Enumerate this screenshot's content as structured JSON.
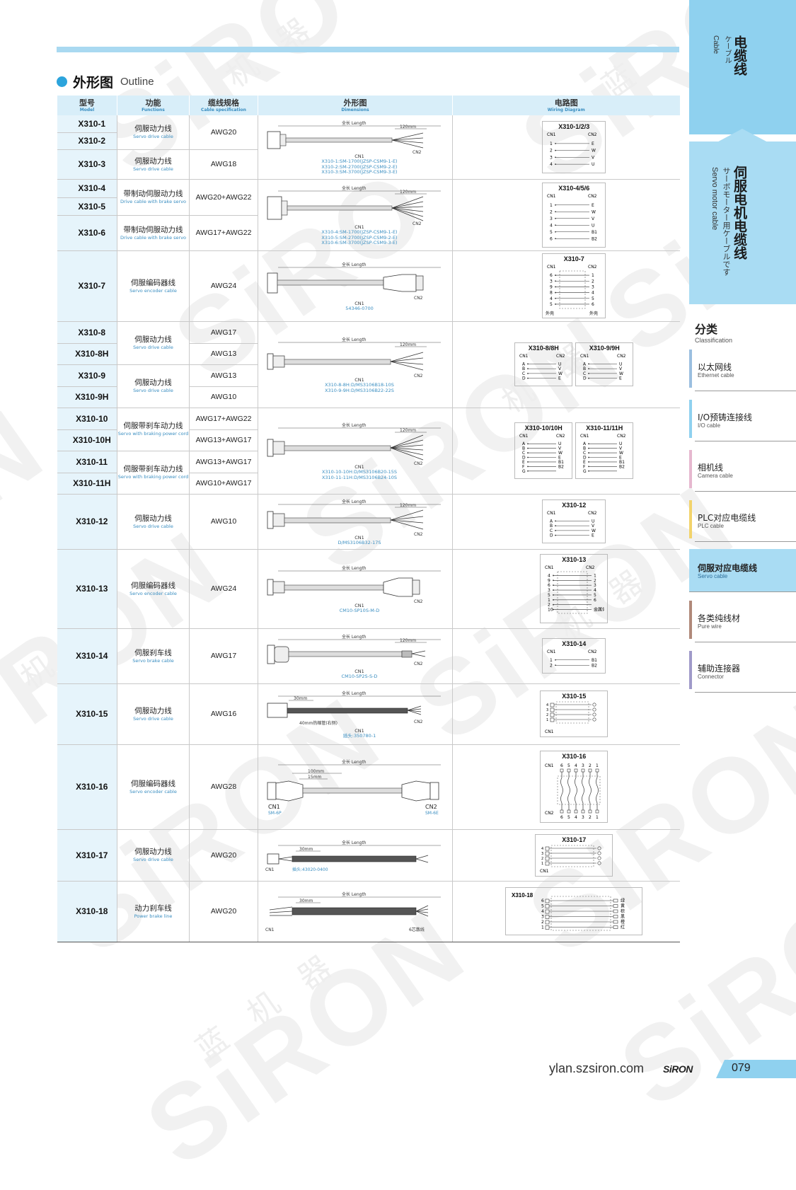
{
  "section": {
    "title_cn": "外形图",
    "title_en": "Outline"
  },
  "headers": [
    {
      "cn": "型号",
      "en": "Model"
    },
    {
      "cn": "功能",
      "en": "Functions"
    },
    {
      "cn": "缆线规格",
      "en": "Cable specification"
    },
    {
      "cn": "外形图",
      "en": "Dimensions"
    },
    {
      "cn": "电路图",
      "en": "Wiring Diagram"
    }
  ],
  "dim_labels": {
    "length": "全长 Length",
    "mm120": "120mm",
    "cn1": "CN1",
    "cn2": "CN2"
  },
  "groups": [
    {
      "rows": [
        {
          "model": "X310-1",
          "fn": 0,
          "awg": 0
        },
        {
          "model": "X310-2"
        },
        {
          "model": "X310-3",
          "fn": 1,
          "awg": 1
        }
      ],
      "functions": [
        {
          "cn": "伺服动力线",
          "en": "Servo drive cable"
        },
        {
          "cn": "伺服动力线",
          "en": "Servo drive cable"
        }
      ],
      "awg": [
        "AWG20",
        "AWG18"
      ],
      "dim_notes": [
        "X310-1:SM-1700(JZSP-CSM9-1-E)",
        "X310-2:SM-2700(JZSP-CSM9-2-E)",
        "X310-3:SM-3700(JZSP-CSM9-3-E)"
      ],
      "wiring": {
        "title": "X310-1/2/3",
        "left": "CN1",
        "right": "CN2",
        "pins": [
          "1",
          "2",
          "3",
          "4"
        ],
        "outs": [
          "E",
          "W",
          "V",
          "U"
        ]
      }
    },
    {
      "rows": [
        {
          "model": "X310-4"
        },
        {
          "model": "X310-5"
        },
        {
          "model": "X310-6"
        }
      ],
      "functions": [
        {
          "cn": "带制动伺服动力线",
          "en": "Drive cable with brake servo"
        },
        {
          "cn": "带制动伺服动力线",
          "en": "Drive cable with brake servo"
        }
      ],
      "awg": [
        "AWG20+AWG22",
        "AWG17+AWG22"
      ],
      "dim_notes": [
        "X310-4:SM-1700(JZSP-CSM9-1-E)",
        "X310-5:SM-2700(JZSP-CSM9-2-E)",
        "X310-6:SM-3700(JZSP-CSM9-3-E)"
      ],
      "wiring": {
        "title": "X310-4/5/6",
        "left": "CN1",
        "right": "CN2",
        "pins": [
          "1",
          "2",
          "3",
          "4",
          "5",
          "6"
        ],
        "outs": [
          "E",
          "W",
          "V",
          "U",
          "B1",
          "B2"
        ]
      }
    },
    {
      "model": "X310-7",
      "function": {
        "cn": "伺服编码器线",
        "en": "Servo encoder cable"
      },
      "awg": "AWG24",
      "dim_notes": [
        "54346-0700"
      ],
      "wiring": {
        "title": "X310-7",
        "left": "CN1",
        "right": "CN2",
        "pins": [
          "6",
          "3",
          "9",
          "8",
          "4",
          "5"
        ],
        "outs": [
          "1",
          "2",
          "3",
          "4",
          "5",
          "6"
        ],
        "shell_left": "外壳",
        "shell_right": "外壳"
      }
    },
    {
      "rows": [
        {
          "model": "X310-8",
          "awg": "AWG17"
        },
        {
          "model": "X310-8H",
          "awg": "AWG13"
        },
        {
          "model": "X310-9",
          "awg": "AWG13"
        },
        {
          "model": "X310-9H",
          "awg": "AWG10"
        }
      ],
      "functions": [
        {
          "cn": "伺服动力线",
          "en": "Servo drive cable"
        },
        {
          "cn": "伺服动力线",
          "en": "Servo drive cable"
        }
      ],
      "dim_notes": [
        "X310-8-8H:D/MS3106B18-10S",
        "X310-9-9H:D/MS3106B22-22S"
      ],
      "wiring": [
        {
          "title": "X310-8/8H",
          "left": "CN1",
          "right": "CN2",
          "pins": [
            "A",
            "B",
            "C",
            "D"
          ],
          "outs": [
            "U",
            "V",
            "W",
            "E"
          ]
        },
        {
          "title": "X310-9/9H",
          "left": "CN1",
          "right": "CN2",
          "pins": [
            "A",
            "B",
            "C",
            "D"
          ],
          "outs": [
            "U",
            "V",
            "W",
            "E"
          ]
        }
      ]
    },
    {
      "rows": [
        {
          "model": "X310-10",
          "awg": "AWG17+AWG22"
        },
        {
          "model": "X310-10H",
          "awg": "AWG13+AWG17"
        },
        {
          "model": "X310-11",
          "awg": "AWG13+AWG17"
        },
        {
          "model": "X310-11H",
          "awg": "AWG10+AWG17"
        }
      ],
      "functions": [
        {
          "cn": "伺服带刹车动力线",
          "en": "Servo with braking power cord"
        },
        {
          "cn": "伺服带刹车动力线",
          "en": "Servo with braking power cord"
        }
      ],
      "dim_notes": [
        "X310-10-10H:D/MS3106B20-15S",
        "X310-11-11H:D/MS3106B24-10S"
      ],
      "wiring": [
        {
          "title": "X310-10/10H",
          "left": "CN1",
          "right": "CN2",
          "pins": [
            "A",
            "B",
            "C",
            "D",
            "E",
            "F",
            "G"
          ],
          "outs": [
            "U",
            "V",
            "W",
            "E",
            "B1",
            "B2",
            ""
          ]
        },
        {
          "title": "X310-11/11H",
          "left": "CN1",
          "right": "CN2",
          "pins": [
            "A",
            "B",
            "C",
            "D",
            "E",
            "F",
            "G"
          ],
          "outs": [
            "U",
            "V",
            "W",
            "E",
            "B1",
            "B2",
            ""
          ]
        }
      ]
    },
    {
      "model": "X310-12",
      "function": {
        "cn": "伺服动力线",
        "en": "Servo drive cable"
      },
      "awg": "AWG10",
      "dim_notes": [
        "D/MS3106B32-17S"
      ],
      "wiring": {
        "title": "X310-12",
        "left": "CN1",
        "right": "CN2",
        "pins": [
          "A",
          "B",
          "C",
          "D"
        ],
        "outs": [
          "U",
          "V",
          "W",
          "E"
        ]
      }
    },
    {
      "model": "X310-13",
      "function": {
        "cn": "伺服编码器线",
        "en": "Servo encoder cable"
      },
      "awg": "AWG24",
      "dim_notes": [
        "CM10-SP10S-M-D"
      ],
      "wiring": {
        "title": "X310-13",
        "left": "CN1",
        "right": "CN2",
        "pins": [
          "4",
          "9",
          "6",
          "3",
          "5",
          "1",
          "2",
          "10"
        ],
        "outs": [
          "1",
          "2",
          "3",
          "4",
          "5",
          "6",
          "",
          "金属体"
        ]
      }
    },
    {
      "model": "X310-14",
      "function": {
        "cn": "伺服刹车线",
        "en": "Servo brake cable"
      },
      "awg": "AWG17",
      "dim_notes": [
        "CM10-SP2S-S-D"
      ],
      "wiring": {
        "title": "X310-14",
        "left": "CN1",
        "right": "CN2",
        "pins": [
          "1",
          "2"
        ],
        "outs": [
          "B1",
          "B2"
        ]
      }
    },
    {
      "model": "X310-15",
      "function": {
        "cn": "伺服动力线",
        "en": "Servo drive cable"
      },
      "awg": "AWG16",
      "dim_notes": [
        "插头:350780-1"
      ],
      "extra": {
        "mm": "30mm",
        "tube": "40mm热缩管(右侧)"
      },
      "wiring": {
        "title": "X310-15",
        "left": "CN1",
        "pins": [
          "4",
          "3",
          "2",
          "1"
        ]
      }
    },
    {
      "model": "X310-16",
      "function": {
        "cn": "伺服编码器线",
        "en": "Servo encoder cable"
      },
      "awg": "AWG28",
      "dim_notes": [
        "SM-6P",
        "SM-6E"
      ],
      "extra": {
        "mm1": "100mm",
        "mm2": "15mm"
      },
      "wiring": {
        "title": "X310-16",
        "left": "CN1",
        "right": "CN2",
        "pins": [
          "6",
          "5",
          "4",
          "3",
          "2",
          "1"
        ]
      }
    },
    {
      "model": "X310-17",
      "function": {
        "cn": "伺服动力线",
        "en": "Servo drive cable"
      },
      "awg": "AWG20",
      "dim_notes": [
        "插头:43020-0400"
      ],
      "extra": {
        "mm": "30mm"
      },
      "wiring": {
        "title": "X310-17",
        "left": "CN1",
        "pins": [
          "4",
          "3",
          "2",
          "1"
        ]
      }
    },
    {
      "model": "X310-18",
      "function": {
        "cn": "动力刹车线",
        "en": "Power brake line"
      },
      "awg": "AWG20",
      "extra": {
        "mm": "30mm",
        "end": "6芯散线"
      },
      "wiring": {
        "title": "X310-18",
        "pins": [
          "6",
          "5",
          "4",
          "3",
          "2",
          "1"
        ],
        "outs": [
          "绿",
          "黄",
          "棕",
          "黑",
          "橙",
          "红"
        ]
      }
    }
  ],
  "sidebar": {
    "top_cn": "电缆线",
    "top_jp": "ケーブル",
    "top_en": "Cable",
    "main_cn": "伺服电机电缆线",
    "main_jp": "サーボモーター用ケーブルです",
    "main_en": "Servo motor cable",
    "cls_cn": "分类",
    "cls_en": "Classification",
    "items": [
      {
        "cn": "以太网线",
        "en": "Ethernet cable",
        "color": "#9bbfe0"
      },
      {
        "cn": "I/O预铸连接线",
        "en": "I/O cable",
        "color": "#8fd1ef"
      },
      {
        "cn": "相机线",
        "en": "Camera cable",
        "color": "#e6b8cf"
      },
      {
        "cn": "PLC对应电缆线",
        "en": "PLC cable",
        "color": "#f2d36b"
      },
      {
        "cn": "伺服对应电缆线",
        "en": "Servo cable",
        "color": "#a9dcf3"
      },
      {
        "cn": "各类纯线材",
        "en": "Pure wire",
        "color": "#b0897a"
      },
      {
        "cn": "辅助连接器",
        "en": "Connector",
        "color": "#a09ac9"
      }
    ]
  },
  "footer": {
    "url": "ylan.szsiron.com",
    "brand": "SiRON",
    "page": "079"
  }
}
